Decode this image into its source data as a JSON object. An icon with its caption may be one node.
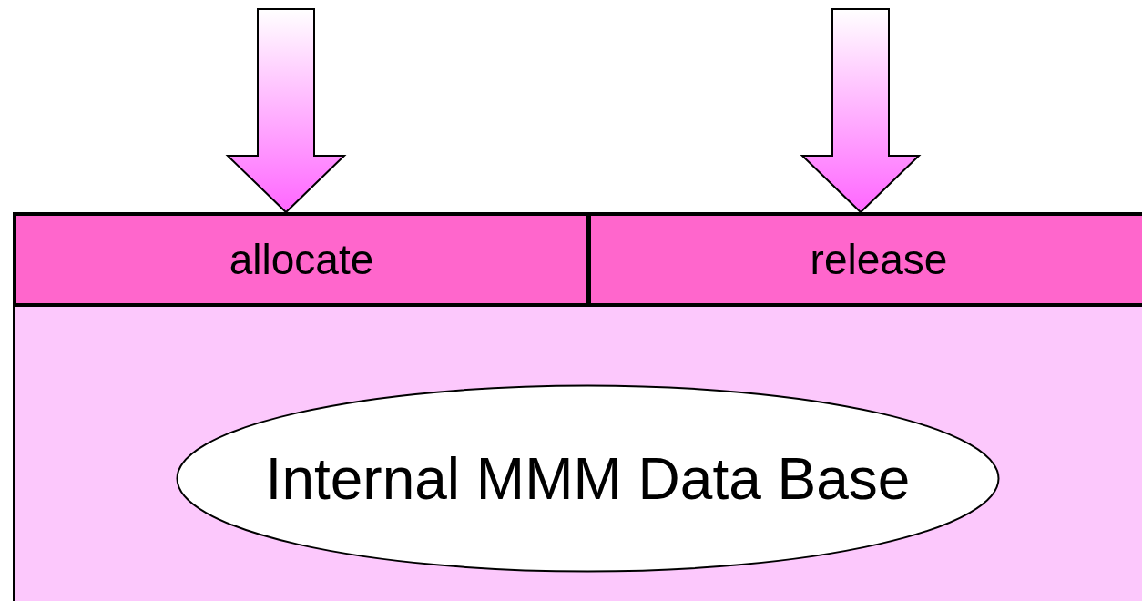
{
  "diagram": {
    "nodes": [
      {
        "text": [],
        "shape": "box"
      },
      {
        "text": [
          "allocate"
        ],
        "in": 0
      },
      {
        "text": [
          "release"
        ],
        "in": 0
      },
      {
        "text": [
          "Internal MMM Data Base"
        ],
        "in": 0
      }
    ],
    "edges": [
      {
        "from": null,
        "to": 1,
        "arrow": "to"
      },
      {
        "from": null,
        "to": 2,
        "arrow": "to"
      }
    ]
  }
}
